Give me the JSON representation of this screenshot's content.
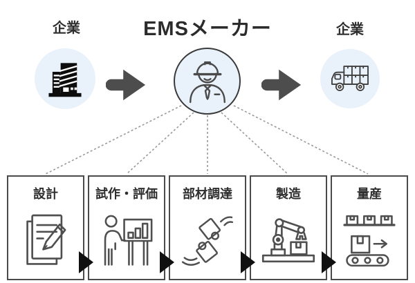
{
  "diagram": {
    "title": "EMSメーカー",
    "client_left": {
      "label": "企業",
      "icon": "office-building-icon"
    },
    "ems_maker": {
      "icon": "engineer-worker-icon"
    },
    "client_right": {
      "label": "企業",
      "icon": "delivery-truck-icon"
    },
    "steps": [
      {
        "label": "設計",
        "icon": "document-pencil-icon"
      },
      {
        "label": "試作・評価",
        "icon": "presentation-chart-icon"
      },
      {
        "label": "部材調達",
        "icon": "puzzle-pieces-icon"
      },
      {
        "label": "製造",
        "icon": "robot-arm-icon"
      },
      {
        "label": "量産",
        "icon": "conveyor-belt-icon"
      }
    ],
    "colors": {
      "circle_bg": "#e9f1fb",
      "flow_arrow": "#4d4d4d",
      "box_border": "#4a4a4a",
      "text": "#2e2e2e",
      "dashed_connector": "#999999",
      "step_arrow": "#101010",
      "icon_stroke": "#4f4f4f",
      "building_fill": "#0d0d0d"
    }
  }
}
